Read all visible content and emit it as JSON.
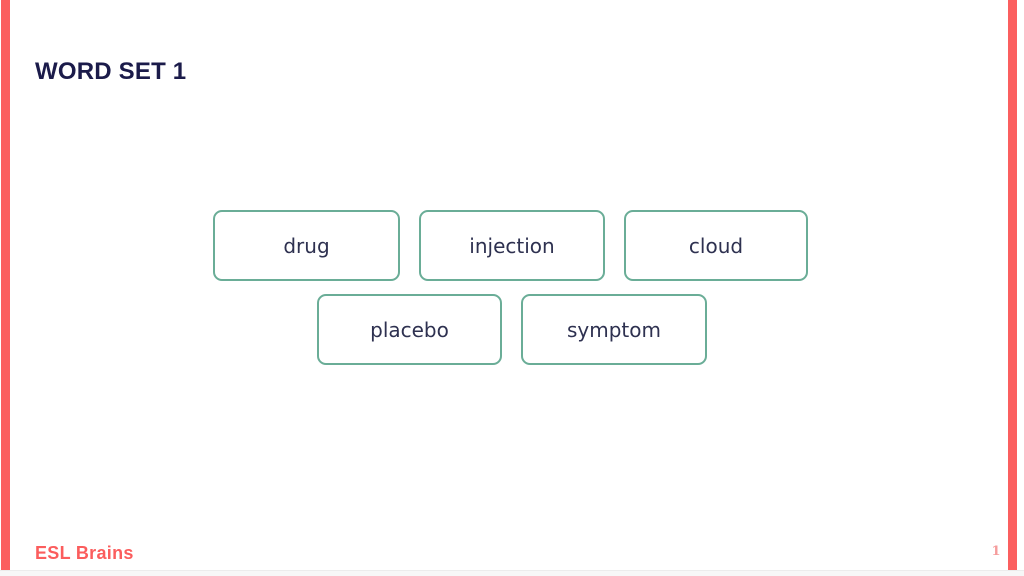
{
  "slide": {
    "title": "WORD SET 1",
    "footer_logo": "ESL Brains",
    "page_number": "1"
  },
  "words": [
    {
      "label": "drug"
    },
    {
      "label": "injection"
    },
    {
      "label": "cloud"
    },
    {
      "label": "placebo"
    },
    {
      "label": "symptom"
    }
  ],
  "colors": {
    "accent_coral": "#FB5F5F",
    "card_border_teal": "#6AAD97",
    "title_navy": "#1B1B4A",
    "word_text": "#2E3150",
    "page_number_pink": "#F59C9C"
  }
}
